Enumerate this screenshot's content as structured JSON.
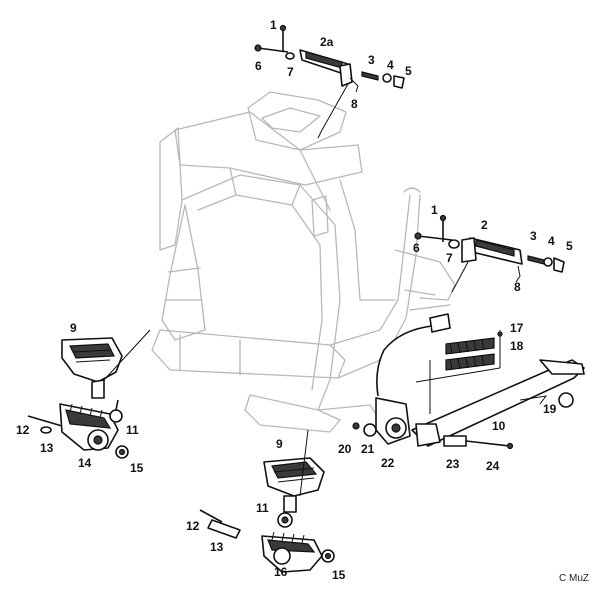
{
  "labels": {
    "top_1": "1",
    "top_2a": "2a",
    "top_3": "3",
    "top_4": "4",
    "top_5": "5",
    "top_6": "6",
    "top_7": "7",
    "top_8": "8",
    "mid_1": "1",
    "mid_2": "2",
    "mid_3": "3",
    "mid_4": "4",
    "mid_5": "5",
    "mid_6": "6",
    "mid_7": "7",
    "mid_8": "8",
    "left_9": "9",
    "left_11": "11",
    "left_12": "12",
    "left_13": "13",
    "left_14": "14",
    "left_15": "15",
    "low_9": "9",
    "low_11": "11",
    "low_12": "12",
    "low_13": "13",
    "low_15": "15",
    "low_16": "16",
    "s_17": "17",
    "s_18": "18",
    "s_19": "19",
    "s_10": "10",
    "s_20": "20",
    "s_21": "21",
    "s_22": "22",
    "s_23": "23",
    "s_24": "24"
  },
  "credit": "C MuZ"
}
